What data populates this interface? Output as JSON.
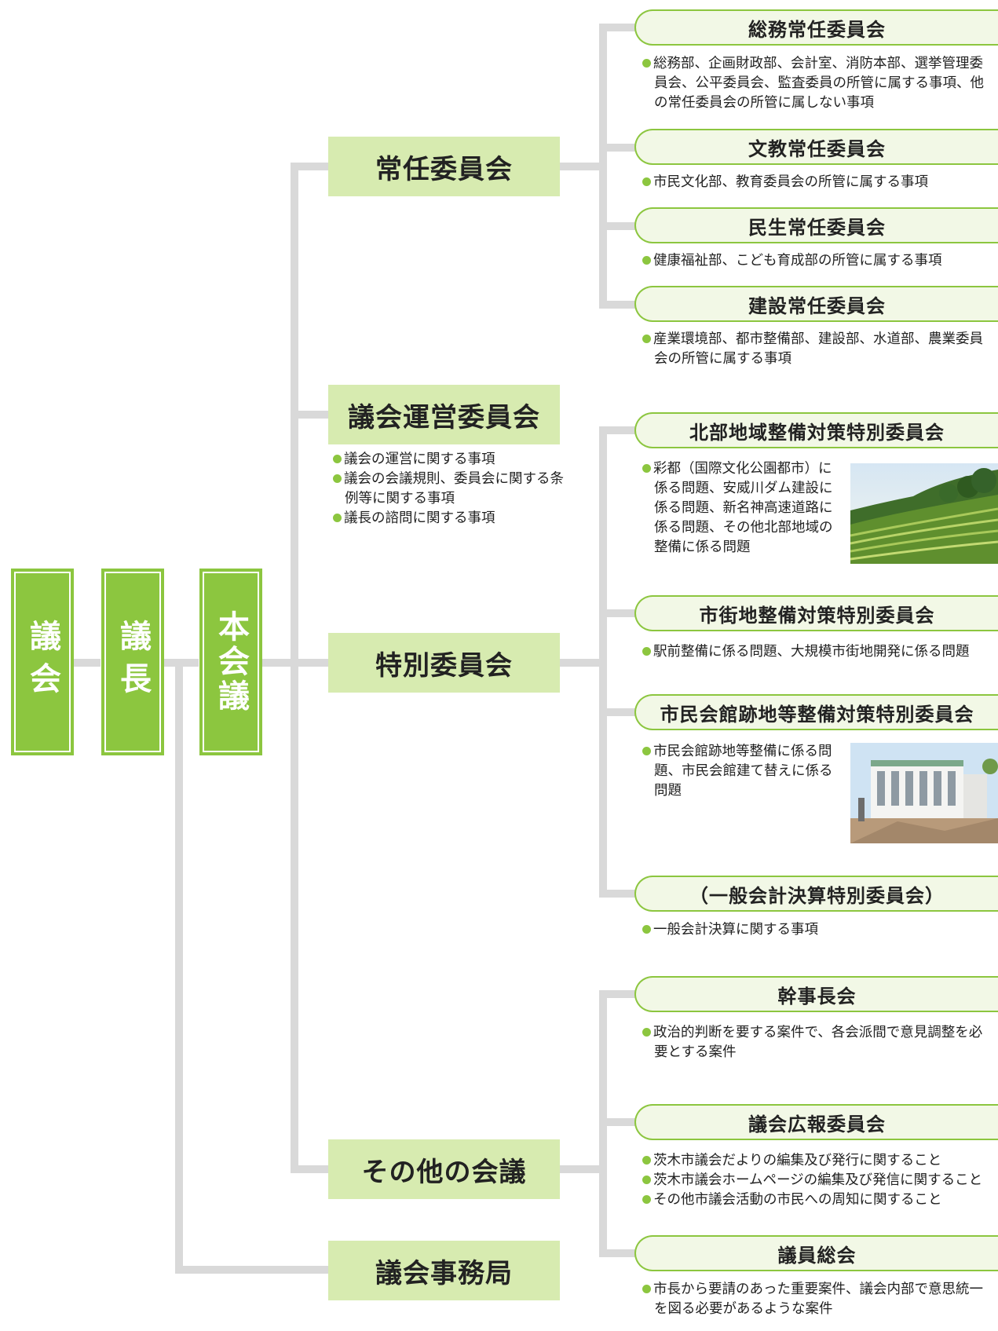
{
  "left_boxes": {
    "gikai": "議会",
    "gicho": "議長",
    "honkaigi": "本会議"
  },
  "categories": {
    "jonin": "常任委員会",
    "unei": "議会運営委員会",
    "tokubetsu": "特別委員会",
    "sonota": "その他の会議",
    "jimukyoku": "議会事務局"
  },
  "unei_desc": [
    "議会の運営に関する事項",
    "議会の会議規則、委員会に関する条例等に関する事項",
    "議長の諮問に関する事項"
  ],
  "committees": {
    "somu": {
      "title": "総務常任委員会",
      "desc": [
        "総務部、企画財政部、会計室、消防本部、選挙管理委員会、公平委員会、監査委員の所管に属する事項、他の常任委員会の所管に属しない事項"
      ]
    },
    "bunkyo": {
      "title": "文教常任委員会",
      "desc": [
        "市民文化部、教育委員会の所管に属する事項"
      ]
    },
    "minsei": {
      "title": "民生常任委員会",
      "desc": [
        "健康福祉部、こども育成部の所管に属する事項"
      ]
    },
    "kensetsu": {
      "title": "建設常任委員会",
      "desc": [
        "産業環境部、都市整備部、建設部、水道部、農業委員会の所管に属する事項"
      ]
    },
    "hokubu": {
      "title": "北部地域整備対策特別委員会",
      "desc": [
        "彩都（国際文化公園都市）に係る問題、安威川ダム建設に係る問題、新名神高速道路に係る問題、その他北部地域の整備に係る問題"
      ]
    },
    "shigaichi": {
      "title": "市街地整備対策特別委員会",
      "desc": [
        "駅前整備に係る問題、大規模市街地開発に係る問題"
      ]
    },
    "shiminkaikan": {
      "title": "市民会館跡地等整備対策特別委員会",
      "desc": [
        "市民会館跡地等整備に係る問題、市民会館建て替えに係る問題"
      ]
    },
    "ippan": {
      "title": "（一般会計決算特別委員会）",
      "desc": [
        "一般会計決算に関する事項"
      ]
    },
    "kanjicho": {
      "title": "幹事長会",
      "desc": [
        "政治的判断を要する案件で、各会派間で意見調整を必要とする案件"
      ]
    },
    "koho": {
      "title": "議会広報委員会",
      "desc": [
        "茨木市議会だよりの編集及び発行に関すること",
        "茨木市議会ホームページの編集及び発信に関すること",
        "その他市議会活動の市民への周知に関すること"
      ]
    },
    "soukai": {
      "title": "議員総会",
      "desc": [
        "市長から要請のあった重要案件、議会内部で意思統一を図る必要があるような案件"
      ]
    }
  },
  "colors": {
    "accent_green": "#8cc63f",
    "category_fill": "#d7ebb0",
    "pill_fill": "#f2f8e6",
    "connector_gray": "#d9d9d9"
  }
}
